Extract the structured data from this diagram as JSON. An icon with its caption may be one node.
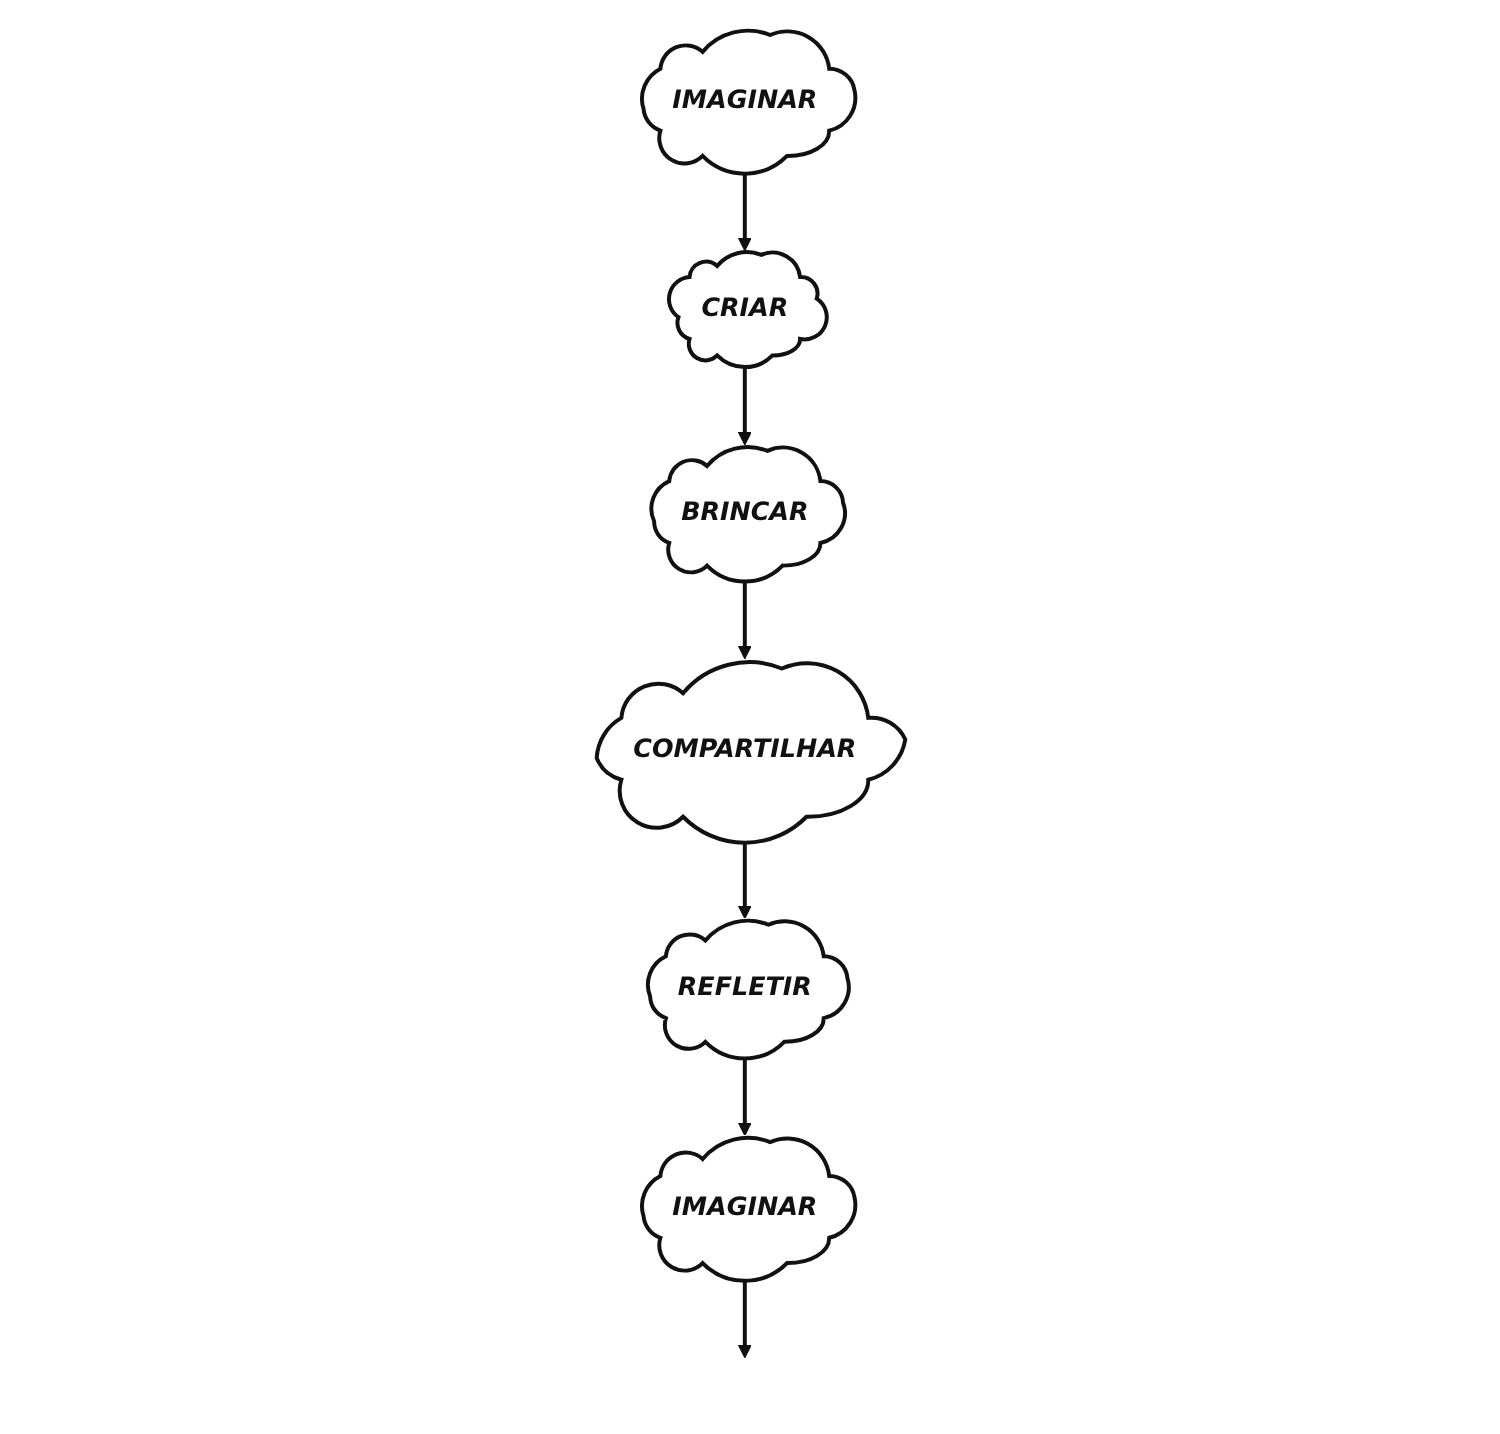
{
  "diagram": {
    "nodes": [
      {
        "text": [
          "IMAGINAR"
        ]
      },
      {
        "text": [
          "REFLETIR"
        ]
      },
      {
        "text": [
          "IMAGINAR"
        ]
      },
      {
        "text": [
          "CRIAR"
        ]
      },
      {
        "text": [
          "COMPARTILHAR"
        ]
      },
      {
        "text": [
          "BRINCAR"
        ]
      }
    ],
    "edges": [
      {
        "from": 0,
        "to": null,
        "arrow": "to"
      },
      {
        "from": 2,
        "to": 3,
        "arrow": "to"
      },
      {
        "from": 3,
        "to": 5,
        "arrow": "to"
      },
      {
        "from": 5,
        "to": 4,
        "arrow": "to"
      },
      {
        "from": 4,
        "to": 1,
        "arrow": "to"
      },
      {
        "from": 1,
        "to": 0,
        "arrow": "to"
      }
    ]
  }
}
